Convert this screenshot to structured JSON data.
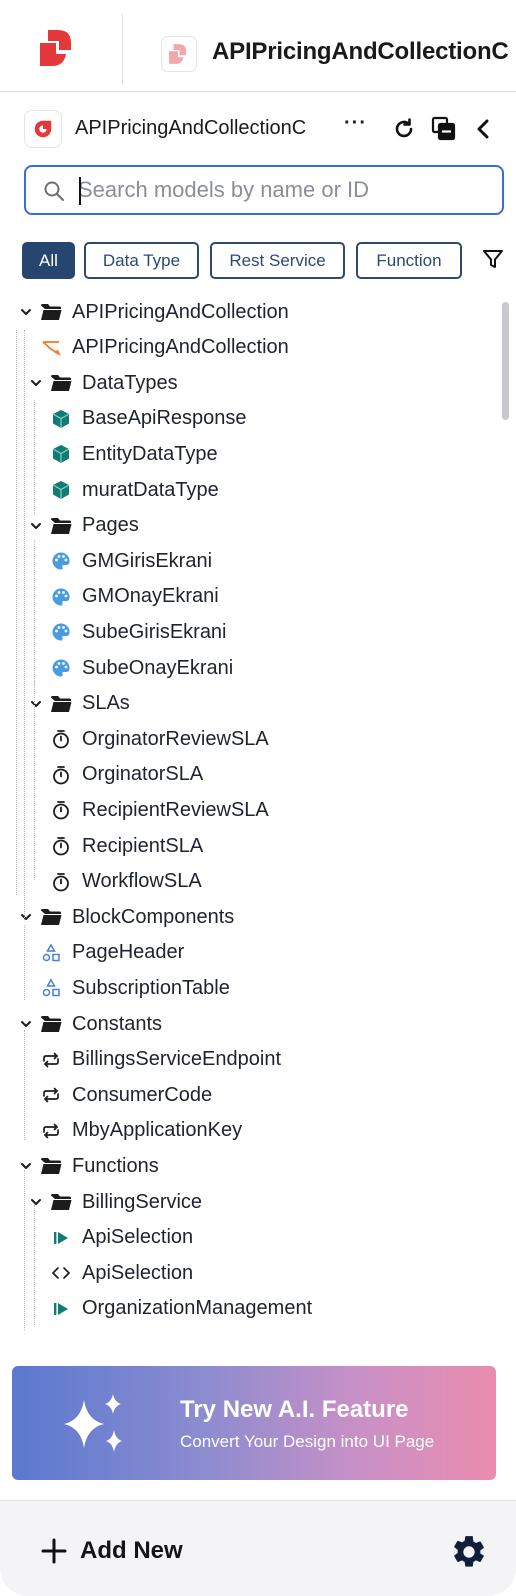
{
  "header": {
    "title": "APIPricingAndCollectionC"
  },
  "project": {
    "name": "APIPricingAndCollectionC",
    "more_label": "···",
    "icons": [
      "refresh-icon",
      "copy-icon",
      "collapse-panel-icon"
    ]
  },
  "search": {
    "placeholder": "Search models by name or ID",
    "value": ""
  },
  "filters": {
    "chips": [
      "All",
      "Data Type",
      "Rest Service",
      "Function"
    ],
    "active": "All"
  },
  "tree": {
    "items": [
      {
        "label": "APIPricingAndCollection",
        "type": "folder",
        "expanded": true,
        "level": 0
      },
      {
        "label": "APIPricingAndCollection",
        "type": "workflow",
        "level": 1
      },
      {
        "label": "DataTypes",
        "type": "folder",
        "expanded": true,
        "level": 1
      },
      {
        "label": "BaseApiResponse",
        "type": "datatype",
        "level": 2
      },
      {
        "label": "EntityDataType",
        "type": "datatype",
        "level": 2
      },
      {
        "label": "muratDataType",
        "type": "datatype",
        "level": 2
      },
      {
        "label": "Pages",
        "type": "folder",
        "expanded": true,
        "level": 1
      },
      {
        "label": "GMGirisEkrani",
        "type": "page",
        "level": 2
      },
      {
        "label": "GMOnayEkrani",
        "type": "page",
        "level": 2
      },
      {
        "label": "SubeGirisEkrani",
        "type": "page",
        "level": 2
      },
      {
        "label": "SubeOnayEkrani",
        "type": "page",
        "level": 2
      },
      {
        "label": "SLAs",
        "type": "folder",
        "expanded": true,
        "level": 1
      },
      {
        "label": "OrginatorReviewSLA",
        "type": "sla",
        "level": 2
      },
      {
        "label": "OrginatorSLA",
        "type": "sla",
        "level": 2
      },
      {
        "label": "RecipientReviewSLA",
        "type": "sla",
        "level": 2
      },
      {
        "label": "RecipientSLA",
        "type": "sla",
        "level": 2
      },
      {
        "label": "WorkflowSLA",
        "type": "sla",
        "level": 2
      },
      {
        "label": "BlockComponents",
        "type": "folder",
        "expanded": true,
        "level": 0
      },
      {
        "label": "PageHeader",
        "type": "component",
        "level": 1
      },
      {
        "label": "SubscriptionTable",
        "type": "component",
        "level": 1
      },
      {
        "label": "Constants",
        "type": "folder",
        "expanded": true,
        "level": 0
      },
      {
        "label": "BillingsServiceEndpoint",
        "type": "constant",
        "level": 1
      },
      {
        "label": "ConsumerCode",
        "type": "constant",
        "level": 1
      },
      {
        "label": "MbyApplicationKey",
        "type": "constant",
        "level": 1
      },
      {
        "label": "Functions",
        "type": "folder",
        "expanded": true,
        "level": 0
      },
      {
        "label": "BillingService",
        "type": "folder",
        "expanded": true,
        "level": 1
      },
      {
        "label": "ApiSelection",
        "type": "function",
        "level": 2
      },
      {
        "label": "ApiSelection",
        "type": "code",
        "level": 2
      },
      {
        "label": "OrganizationManagement",
        "type": "function",
        "level": 2
      }
    ]
  },
  "ai_banner": {
    "title": "Try New A.I. Feature",
    "subtitle": "Convert Your Design into UI Page"
  },
  "footer": {
    "add_label": "Add New"
  },
  "colors": {
    "accent": "#27466f",
    "search_border": "#3a6dd8",
    "brand_red": "#e5383b",
    "datatype_teal": "#127c72",
    "page_blue": "#4a9be0",
    "workflow_orange": "#f07b2a"
  }
}
